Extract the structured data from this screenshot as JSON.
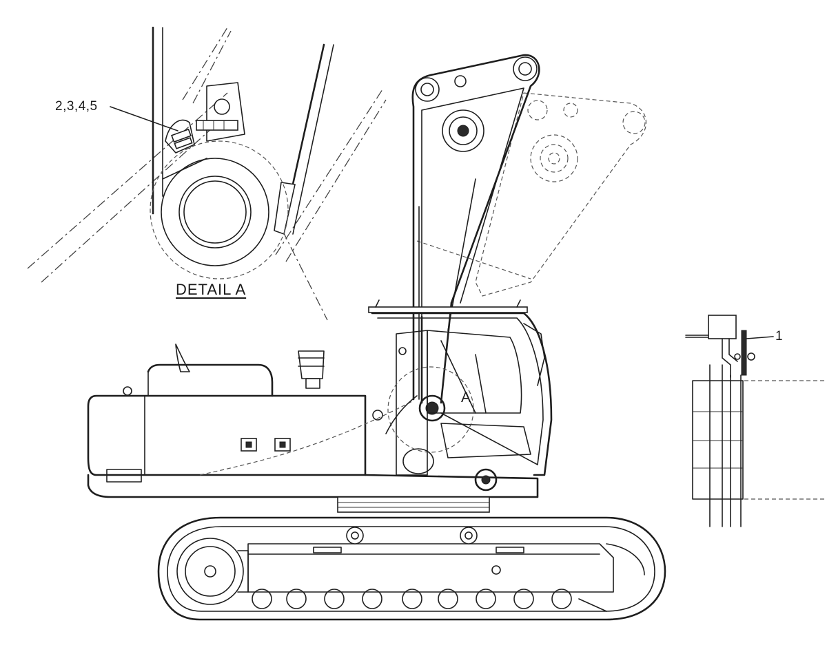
{
  "callouts": {
    "detail_parts": "2,3,4,5",
    "part_one": "1",
    "detail_ref": "A"
  },
  "detail": {
    "title": "DETAIL  A"
  }
}
